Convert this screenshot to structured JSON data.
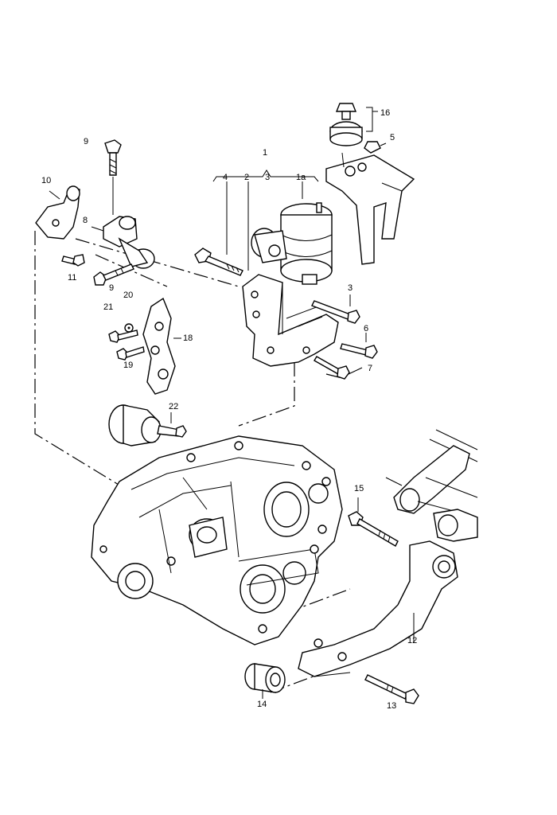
{
  "callouts": {
    "c1": "1",
    "c4": "4",
    "c2": "2",
    "c3": "3",
    "c1a": "1a",
    "c16": "16",
    "c5": "5",
    "c9a": "9",
    "c10": "10",
    "c8": "8",
    "c11": "11",
    "c9b": "9",
    "c20": "20",
    "c21": "21",
    "c18": "18",
    "c19": "19",
    "c3b": "3",
    "c6": "6",
    "c7": "7",
    "c22": "22",
    "c15": "15",
    "c12": "12",
    "c14": "14",
    "c13": "13"
  }
}
